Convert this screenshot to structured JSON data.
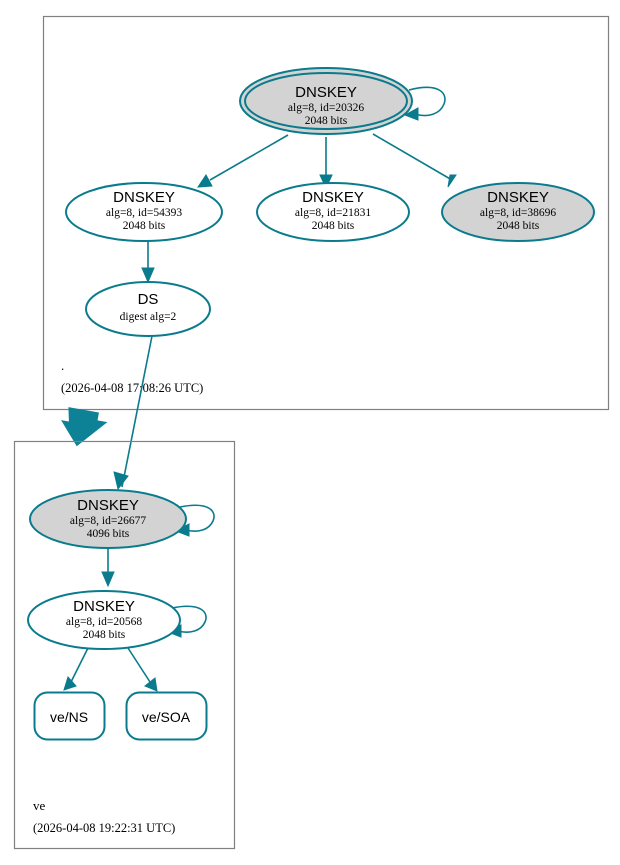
{
  "diagram": {
    "type": "dnssec-authentication-chain",
    "background_color": "#ffffff",
    "accent_color": "#0a7b8c",
    "secure_fill_color": "#d3d3d3",
    "insecure_fill_color": "#ffffff",
    "cluster_border_color": "#808080"
  },
  "zones": [
    {
      "id": "root",
      "name": ".",
      "timestamp": "(2026-04-08 17:08:26 UTC)",
      "nodes": [
        {
          "id": "ksk-20326",
          "type": "DNSKEY",
          "title": "DNSKEY",
          "line2": "alg=8, id=20326",
          "line3": "2048 bits",
          "fill": "gray",
          "trust_anchor": true,
          "self_signed": true
        },
        {
          "id": "zsk-54393",
          "type": "DNSKEY",
          "title": "DNSKEY",
          "line2": "alg=8, id=54393",
          "line3": "2048 bits",
          "fill": "white",
          "trust_anchor": false,
          "self_signed": false
        },
        {
          "id": "zsk-21831",
          "type": "DNSKEY",
          "title": "DNSKEY",
          "line2": "alg=8, id=21831",
          "line3": "2048 bits",
          "fill": "white",
          "trust_anchor": false,
          "self_signed": false
        },
        {
          "id": "zsk-38696",
          "type": "DNSKEY",
          "title": "DNSKEY",
          "line2": "alg=8, id=38696",
          "line3": "2048 bits",
          "fill": "gray",
          "trust_anchor": false,
          "self_signed": false
        },
        {
          "id": "ds-ve",
          "type": "DS",
          "title": "DS",
          "line2": "digest alg=2",
          "line3": "",
          "fill": "white",
          "trust_anchor": false,
          "self_signed": false
        }
      ]
    },
    {
      "id": "ve",
      "name": "ve",
      "timestamp": "(2026-04-08 19:22:31 UTC)",
      "nodes": [
        {
          "id": "ksk-26677",
          "type": "DNSKEY",
          "title": "DNSKEY",
          "line2": "alg=8, id=26677",
          "line3": "4096 bits",
          "fill": "gray",
          "trust_anchor": false,
          "self_signed": true
        },
        {
          "id": "zsk-20568",
          "type": "DNSKEY",
          "title": "DNSKEY",
          "line2": "alg=8, id=20568",
          "line3": "2048 bits",
          "fill": "white",
          "trust_anchor": false,
          "self_signed": true
        },
        {
          "id": "rrset-ns",
          "type": "RRset",
          "title": "ve/NS",
          "line2": "",
          "line3": "",
          "fill": "white",
          "trust_anchor": false,
          "self_signed": false
        },
        {
          "id": "rrset-soa",
          "type": "RRset",
          "title": "ve/SOA",
          "line2": "",
          "line3": "",
          "fill": "white",
          "trust_anchor": false,
          "self_signed": false
        }
      ]
    }
  ],
  "edges": [
    {
      "from": "ksk-20326",
      "to": "ksk-20326",
      "kind": "self-signature"
    },
    {
      "from": "ksk-20326",
      "to": "zsk-54393",
      "kind": "signature"
    },
    {
      "from": "ksk-20326",
      "to": "zsk-21831",
      "kind": "signature"
    },
    {
      "from": "ksk-20326",
      "to": "zsk-38696",
      "kind": "signature"
    },
    {
      "from": "zsk-54393",
      "to": "ds-ve",
      "kind": "signature"
    },
    {
      "from": "ds-ve",
      "to": "ksk-26677",
      "kind": "delegation"
    },
    {
      "from": "ksk-26677",
      "to": "ksk-26677",
      "kind": "self-signature"
    },
    {
      "from": "ksk-26677",
      "to": "zsk-20568",
      "kind": "signature"
    },
    {
      "from": "zsk-20568",
      "to": "zsk-20568",
      "kind": "self-signature"
    },
    {
      "from": "zsk-20568",
      "to": "rrset-ns",
      "kind": "signature"
    },
    {
      "from": "zsk-20568",
      "to": "rrset-soa",
      "kind": "signature"
    }
  ]
}
